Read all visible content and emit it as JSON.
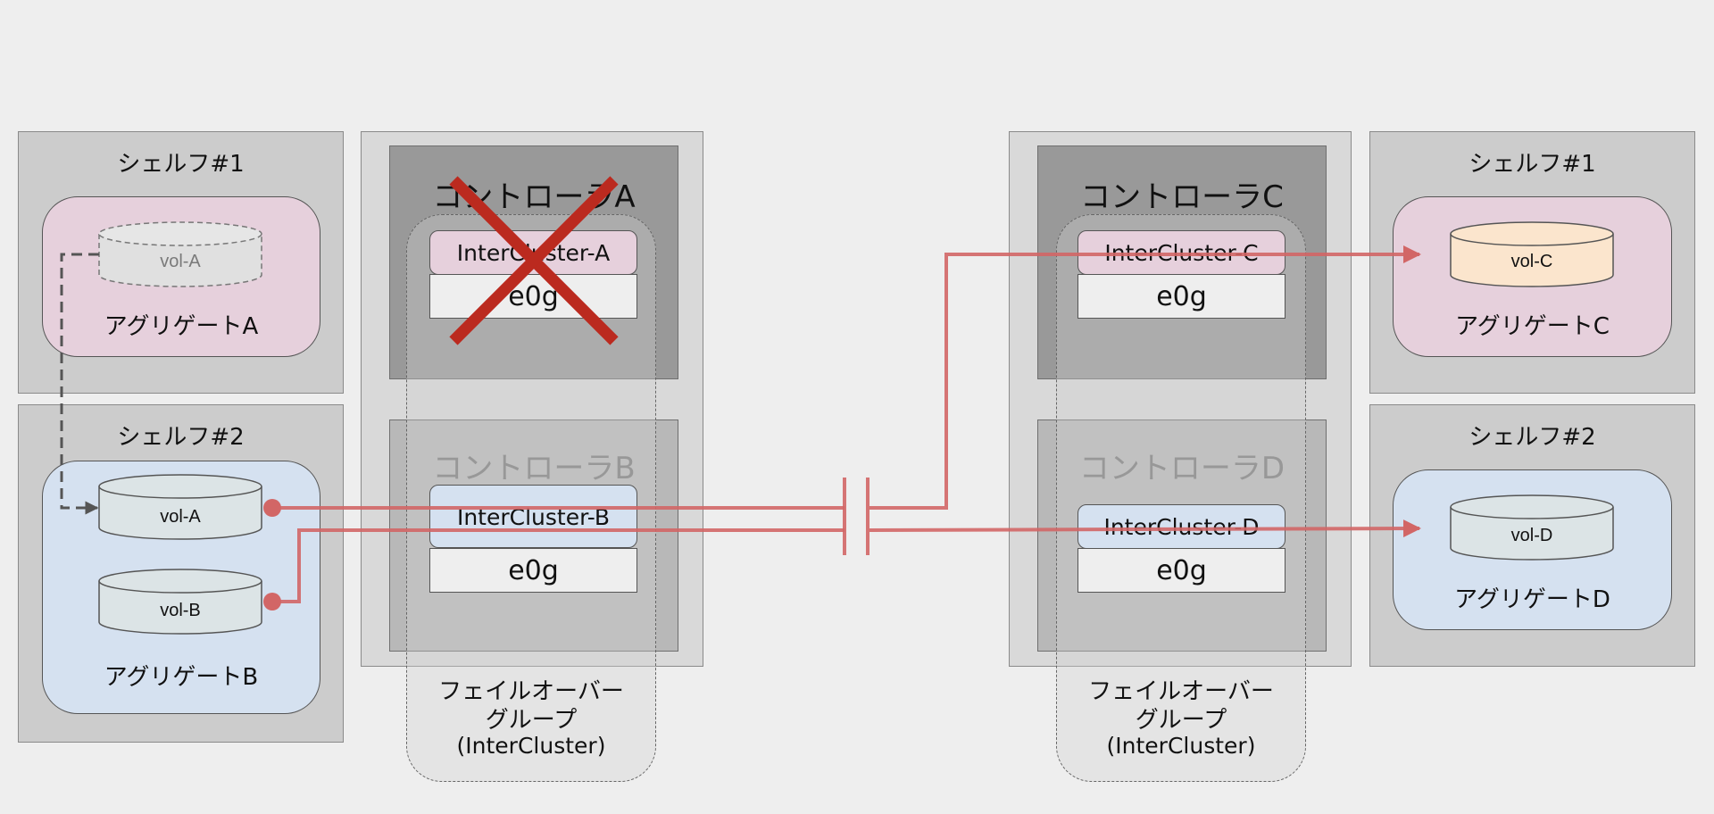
{
  "colors": {
    "background": "#eeeeee",
    "shelf": "#cccccc",
    "controller_dark": "#999999",
    "aggregate_pink": "#e6d0dc",
    "aggregate_blue": "#d5e1f0",
    "lif_pink": "#e6d0dc",
    "lif_blue": "#d5e1f0",
    "vol_gray": "#dce4e6",
    "vol_orange": "#fbe5cd",
    "connection": "#d26666",
    "failure_mark": "#bb2a1f"
  },
  "left": {
    "shelf1": {
      "title": "シェルフ#1",
      "aggregate": "アグリゲートA",
      "volume": "vol-A"
    },
    "shelf2": {
      "title": "シェルフ#2",
      "aggregate": "アグリゲートB",
      "volumes": [
        "vol-A",
        "vol-B"
      ]
    },
    "controller_a": {
      "title": "コントローラA",
      "lif": "InterCluster-A",
      "port": "e0g",
      "failed": true
    },
    "controller_b": {
      "title": "コントローラB",
      "lif": "InterCluster-B",
      "port": "e0g"
    },
    "failover_group": [
      "フェイルオーバー",
      "グループ",
      "(InterCluster)"
    ]
  },
  "right": {
    "controller_c": {
      "title": "コントローラC",
      "lif": "InterCluster-C",
      "port": "e0g"
    },
    "controller_d": {
      "title": "コントローラD",
      "lif": "InterCluster-D",
      "port": "e0g"
    },
    "shelf1": {
      "title": "シェルフ#1",
      "aggregate": "アグリゲートC",
      "volume": "vol-C"
    },
    "shelf2": {
      "title": "シェルフ#2",
      "aggregate": "アグリゲートD",
      "volume": "vol-D"
    },
    "failover_group": [
      "フェイルオーバー",
      "グループ",
      "(InterCluster)"
    ]
  }
}
